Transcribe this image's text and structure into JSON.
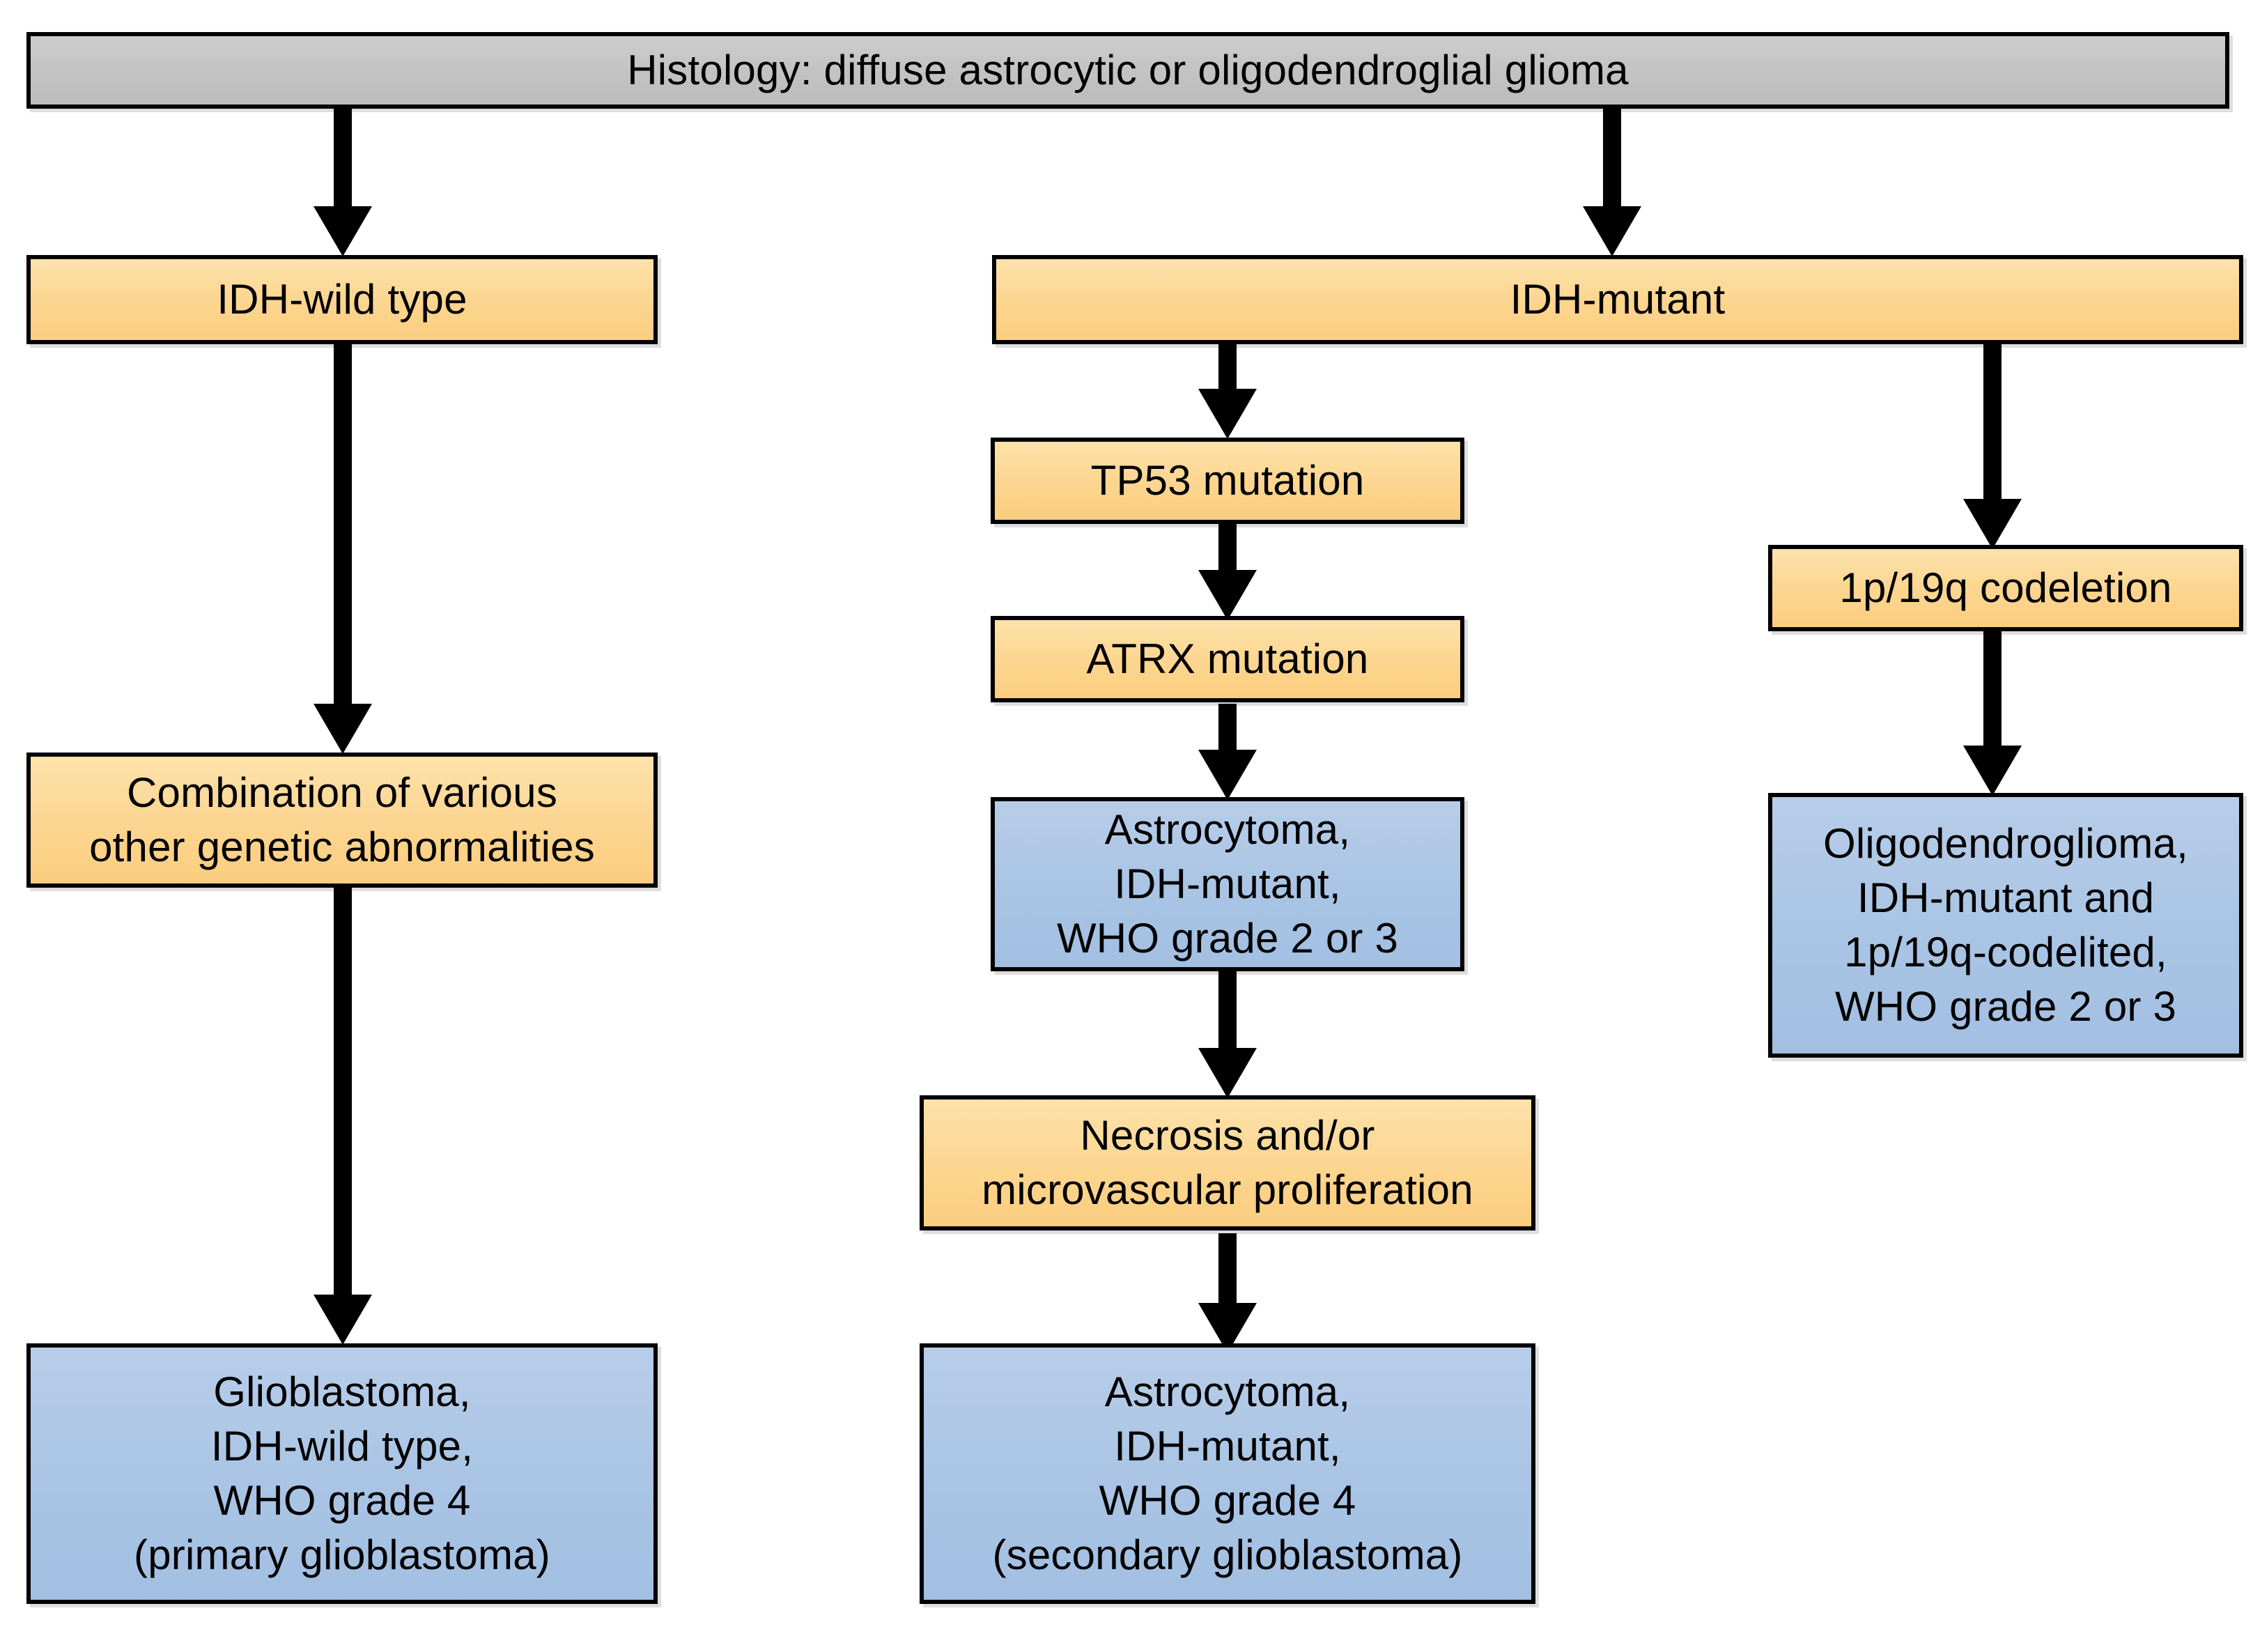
{
  "diagram": {
    "title": "WHO 2021 diffuse glioma classification flowchart",
    "colors": {
      "root_fill": "#c2c2c2",
      "marker_fill": "#fcd58f",
      "diagnosis_fill": "#a9c4e4",
      "border": "#000000",
      "arrow": "#000000",
      "background": "#ffffff"
    },
    "nodes": {
      "root": {
        "id": "histology",
        "kind": "root",
        "lines": [
          "Histology: diffuse astrocytic or oligodendroglial glioma"
        ]
      },
      "idh_wild_type": {
        "id": "idh-wild-type",
        "kind": "marker",
        "lines": [
          "IDH-wild type"
        ]
      },
      "idh_mutant": {
        "id": "idh-mutant",
        "kind": "marker",
        "lines": [
          "IDH-mutant"
        ]
      },
      "other_abnormalities": {
        "id": "other-genetic-abnormalities",
        "kind": "marker",
        "lines": [
          "Combination of various",
          "other genetic abnormalities"
        ]
      },
      "tp53": {
        "id": "tp53-mutation",
        "kind": "marker",
        "lines": [
          "TP53 mutation"
        ]
      },
      "atrx": {
        "id": "atrx-mutation",
        "kind": "marker",
        "lines": [
          "ATRX mutation"
        ]
      },
      "codeletion": {
        "id": "1p19q-codeletion",
        "kind": "marker",
        "lines": [
          "1p/19q codeletion"
        ]
      },
      "astrocytoma_g23": {
        "id": "astrocytoma-grade-2-or-3",
        "kind": "diagnosis",
        "lines": [
          "Astrocytoma,",
          "IDH-mutant,",
          "WHO grade 2 or 3"
        ]
      },
      "oligodendroglioma": {
        "id": "oligodendroglioma",
        "kind": "diagnosis",
        "lines": [
          "Oligodendroglioma,",
          "IDH-mutant and",
          "1p/19q-codelited,",
          "WHO grade 2 or 3"
        ]
      },
      "necrosis": {
        "id": "necrosis-microvascular-proliferation",
        "kind": "marker",
        "lines": [
          "Necrosis and/or",
          "microvascular proliferation"
        ]
      },
      "glioblastoma": {
        "id": "glioblastoma-primary",
        "kind": "diagnosis",
        "lines": [
          "Glioblastoma,",
          "IDH-wild type,",
          "WHO grade 4",
          "(primary glioblastoma)"
        ]
      },
      "astrocytoma_g4": {
        "id": "astrocytoma-grade-4-secondary",
        "kind": "diagnosis",
        "lines": [
          "Astrocytoma,",
          "IDH-mutant,",
          "WHO grade 4",
          "(secondary glioblastoma)"
        ]
      }
    },
    "edges": [
      {
        "from": "histology",
        "to": "idh-wild-type"
      },
      {
        "from": "histology",
        "to": "idh-mutant"
      },
      {
        "from": "idh-wild-type",
        "to": "other-genetic-abnormalities"
      },
      {
        "from": "other-genetic-abnormalities",
        "to": "glioblastoma-primary"
      },
      {
        "from": "idh-mutant",
        "to": "tp53-mutation"
      },
      {
        "from": "tp53-mutation",
        "to": "atrx-mutation"
      },
      {
        "from": "atrx-mutation",
        "to": "astrocytoma-grade-2-or-3"
      },
      {
        "from": "astrocytoma-grade-2-or-3",
        "to": "necrosis-microvascular-proliferation"
      },
      {
        "from": "necrosis-microvascular-proliferation",
        "to": "astrocytoma-grade-4-secondary"
      },
      {
        "from": "idh-mutant",
        "to": "1p19q-codeletion"
      },
      {
        "from": "1p19q-codeletion",
        "to": "oligodendroglioma"
      }
    ]
  }
}
